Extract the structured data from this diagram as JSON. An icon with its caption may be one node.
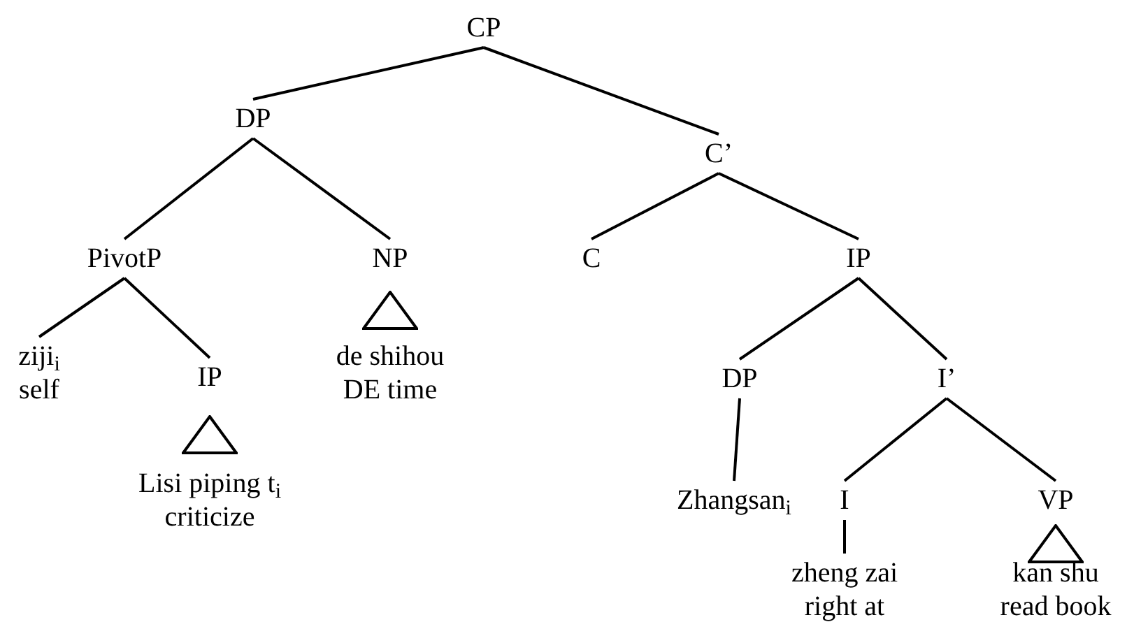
{
  "diagram": {
    "nodes": [
      {
        "text": [
          "CP"
        ]
      },
      {
        "text": [
          "DP"
        ]
      },
      {
        "text": [
          "C’"
        ]
      },
      {
        "text": [
          "PivotP"
        ]
      },
      {
        "text": [
          "NP"
        ]
      },
      {
        "text": [
          "C"
        ]
      },
      {
        "text": [
          "IP"
        ]
      },
      {
        "text": [
          "ziji$_{i}$",
          "self"
        ]
      },
      {
        "text": [
          "IP"
        ]
      },
      {
        "text": [],
        "shape": "triangle"
      },
      {
        "text": [
          "Lisi piping t$_{i}$",
          "criticize"
        ]
      },
      {
        "text": [],
        "shape": "triangle"
      },
      {
        "text": [
          "de shihou",
          "DE time"
        ]
      },
      {
        "text": [
          "DP"
        ]
      },
      {
        "text": [
          "I’"
        ]
      },
      {
        "text": [
          "Zhangsan$_{i}$"
        ]
      },
      {
        "text": [
          "I"
        ]
      },
      {
        "text": [
          "VP"
        ]
      },
      {
        "text": [],
        "shape": "triangle"
      },
      {
        "text": [
          "kan shu",
          "read book"
        ]
      },
      {
        "text": [
          "zheng zai",
          "right at"
        ]
      }
    ],
    "edges": [
      {
        "from": 0,
        "to": 1,
        "arrow": "none"
      },
      {
        "from": 0,
        "to": 2,
        "arrow": "none"
      },
      {
        "from": 1,
        "to": 3,
        "arrow": "none"
      },
      {
        "from": 1,
        "to": 4,
        "arrow": "none"
      },
      {
        "from": 2,
        "to": 5,
        "arrow": "none"
      },
      {
        "from": 2,
        "to": 6,
        "arrow": "none"
      },
      {
        "from": 3,
        "to": 7,
        "arrow": "none"
      },
      {
        "from": 3,
        "to": 8,
        "arrow": "none"
      },
      {
        "from": 6,
        "to": 13,
        "arrow": "none"
      },
      {
        "from": 6,
        "to": 14,
        "arrow": "none"
      },
      {
        "from": 13,
        "to": 15,
        "arrow": "none"
      },
      {
        "from": 14,
        "to": 16,
        "arrow": "none"
      },
      {
        "from": 14,
        "to": 17,
        "arrow": "none"
      },
      {
        "from": 16,
        "to": 20,
        "arrow": "none"
      }
    ]
  }
}
